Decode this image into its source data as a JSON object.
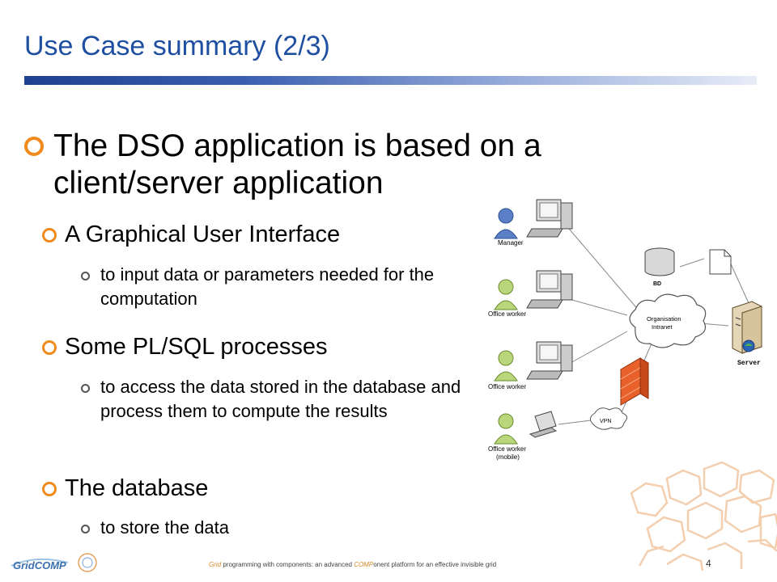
{
  "slide": {
    "title": "Use Case summary (2/3)",
    "main_bullet": "The DSO application is based on a client/server application",
    "items": [
      {
        "label": "A Graphical User Interface",
        "sub": "to input data or parameters needed for the computation"
      },
      {
        "label": "Some PL/SQL processes",
        "sub": "to access the data stored in the database and process them to compute the results"
      },
      {
        "label": "The database",
        "sub": "to store the data"
      }
    ]
  },
  "diagram": {
    "manager_label": "Manager",
    "office_worker_1": "Office worker",
    "office_worker_2": "Office worker",
    "office_worker_mobile": "Office worker",
    "office_worker_mobile_sub": "(mobile)",
    "bd_label": "BD",
    "cloud_label_1": "Organisation",
    "cloud_label_2": "Intranet",
    "vpn_label": "VPN",
    "server_label": "Server"
  },
  "footer": {
    "logo_text": "GridCOMP",
    "text_part1": "Grid",
    "text_part2": " programming  with components: an advanced ",
    "text_part3": "COMP",
    "text_part4": "onent  platform for an effective invisible grid",
    "page_number": "4"
  },
  "colors": {
    "title": "#1f4fa0",
    "bullet_marker": "#f08a1c",
    "hex_outline": "#f1c7a3"
  }
}
